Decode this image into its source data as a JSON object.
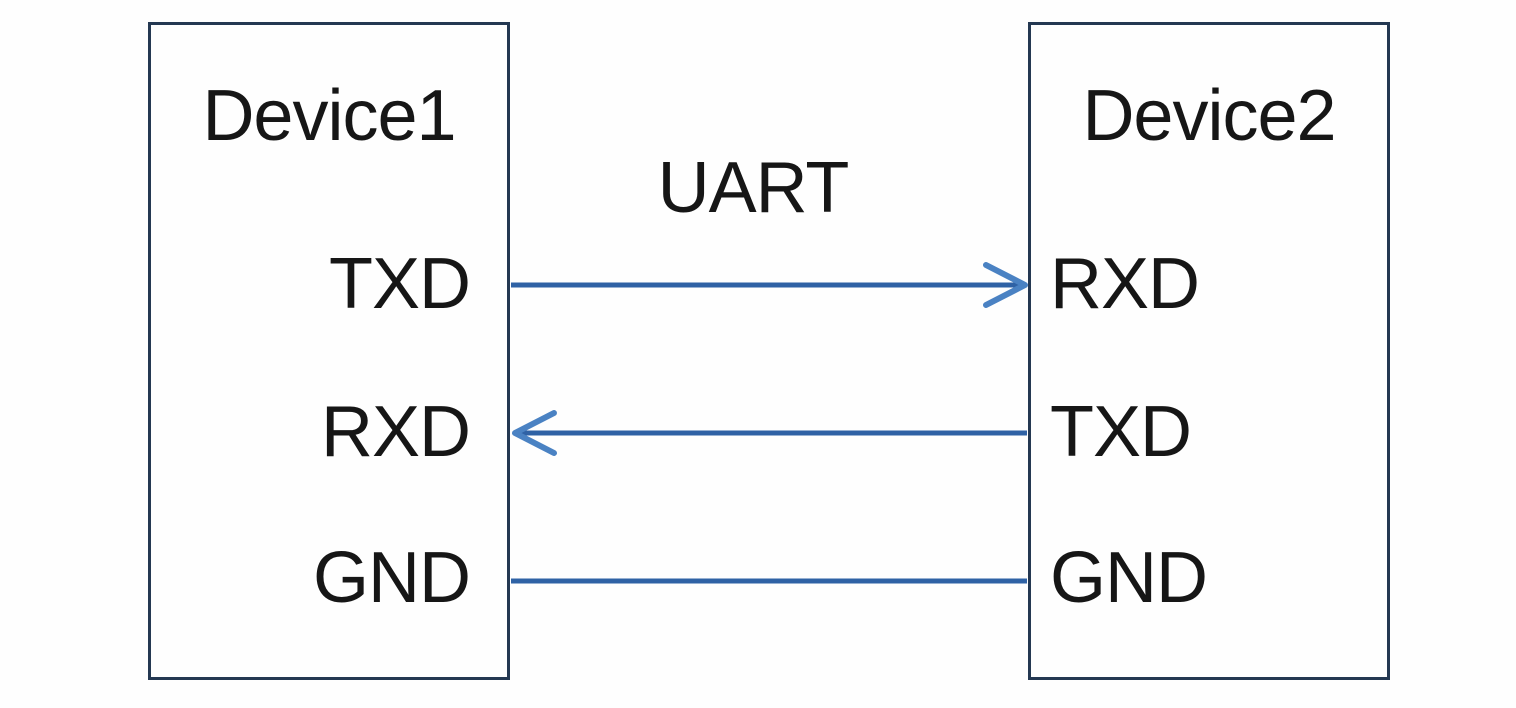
{
  "bus_label": "UART",
  "left_device": {
    "name": "Device1",
    "pins": [
      "TXD",
      "RXD",
      "GND"
    ]
  },
  "right_device": {
    "name": "Device2",
    "pins": [
      "RXD",
      "TXD",
      "GND"
    ]
  },
  "connections": [
    {
      "from": "Device1.TXD",
      "to": "Device2.RXD",
      "direction": "left-to-right",
      "arrow": true
    },
    {
      "from": "Device2.TXD",
      "to": "Device1.RXD",
      "direction": "right-to-left",
      "arrow": true
    },
    {
      "from": "Device1.GND",
      "to": "Device2.GND",
      "direction": "none",
      "arrow": false
    }
  ],
  "colors": {
    "box_border": "#243852",
    "wire": "#2f62a5",
    "arrowhead": "#4a82c3",
    "text": "#161616",
    "background": "#fefefe"
  }
}
